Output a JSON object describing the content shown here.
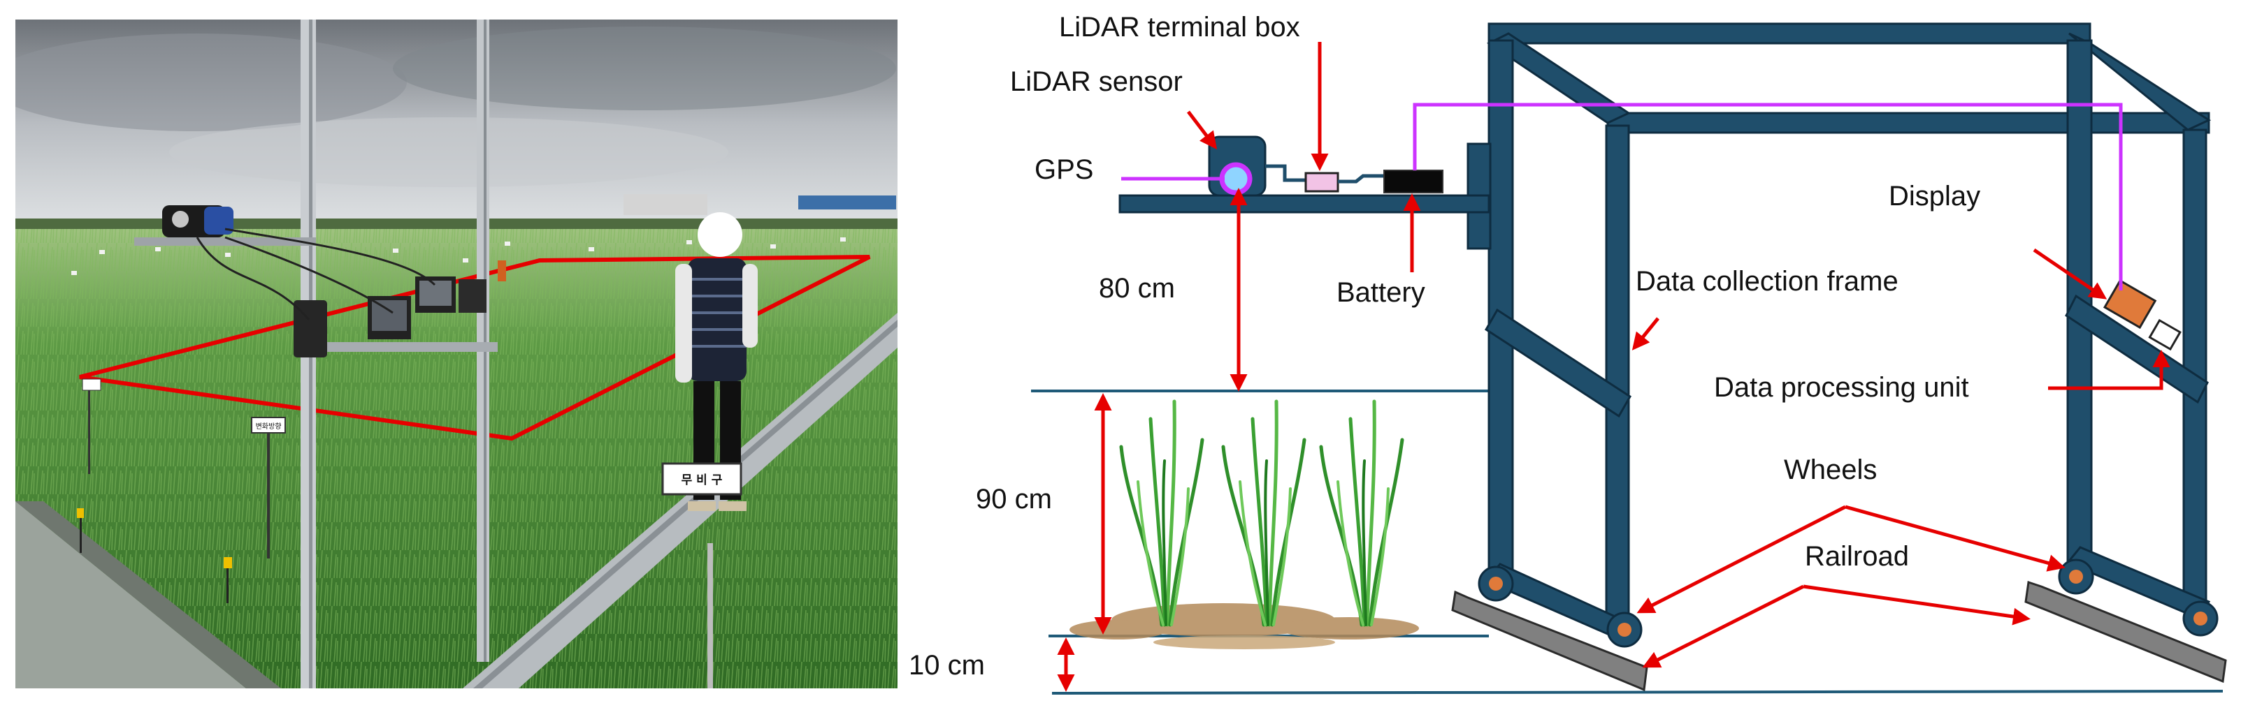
{
  "photo": {
    "sign_text": "무 비 구",
    "small_tag_text": "변화방향"
  },
  "diagram": {
    "labels": {
      "lidar_terminal_box": "LiDAR terminal box",
      "lidar_sensor": "LiDAR sensor",
      "gps": "GPS",
      "battery": "Battery",
      "data_collection_frame": "Data collection frame",
      "display": "Display",
      "data_processing_unit": "Data processing unit",
      "wheels": "Wheels",
      "railroad": "Railroad",
      "height_sensor": "80 cm",
      "height_crop": "90 cm",
      "height_rail": "10 cm"
    },
    "colors": {
      "frame": "#1f4e6b",
      "frame_outline": "#0e2c40",
      "arrow": "#e60000",
      "cable": "#cc33ff",
      "rail": "#808080",
      "crop": "#3a9a2a",
      "soil": "#b38a5a"
    }
  }
}
